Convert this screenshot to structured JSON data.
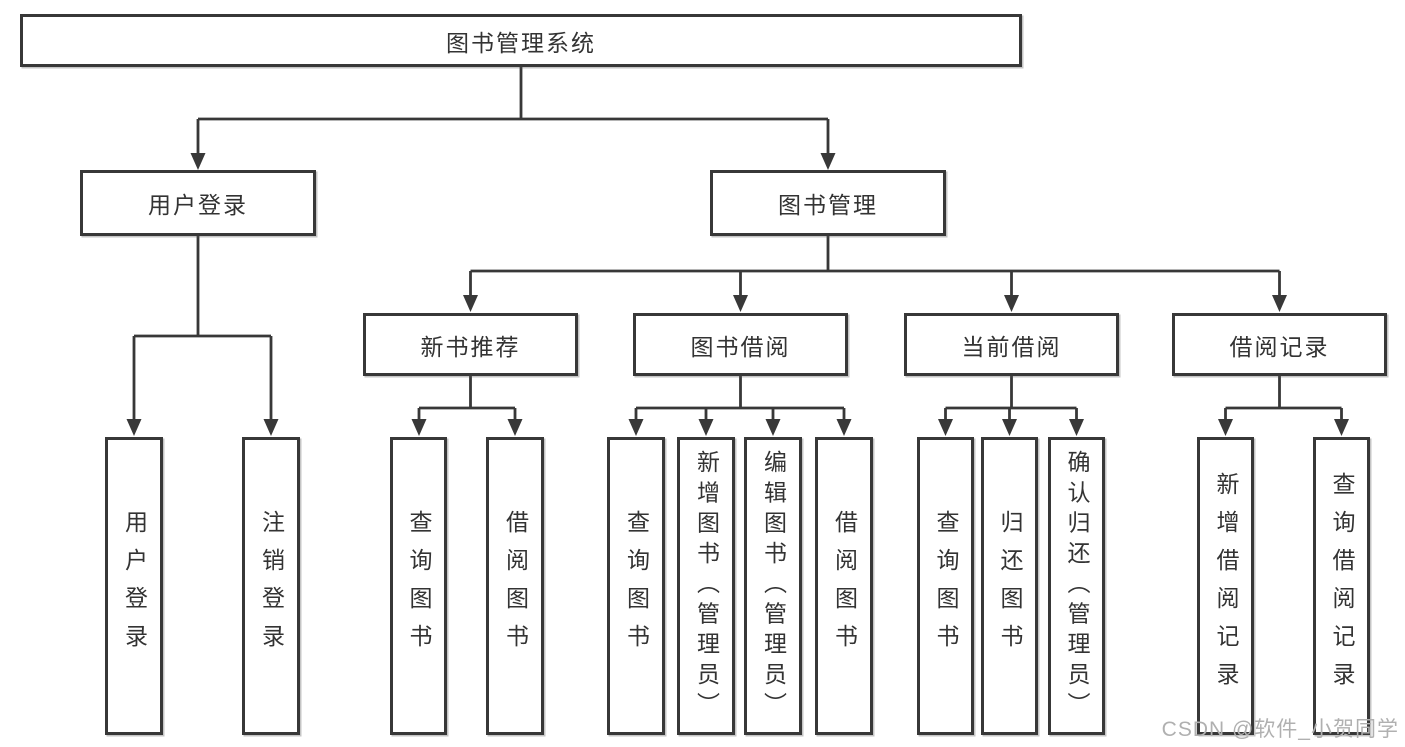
{
  "diagram_title": "图书管理系统",
  "tree": {
    "root": "图书管理系统",
    "level2": {
      "user_login": "用户登录",
      "book_mgmt": "图书管理"
    },
    "login_children": [
      "用户登录",
      "注销登录"
    ],
    "level3": [
      "新书推荐",
      "图书借阅",
      "当前借阅",
      "借阅记录"
    ],
    "level4": {
      "new_book": [
        "查询图书",
        "借阅图书"
      ],
      "book_borrow": [
        "查询图书",
        "新增图书（管理员）",
        "编辑图书（管理员）",
        "借阅图书"
      ],
      "current_borrow": [
        "查询图书",
        "归还图书",
        "确认归还（管理员）"
      ],
      "borrow_records": [
        "新增借阅记录",
        "查询借阅记录"
      ]
    }
  },
  "watermark": "CSDN @软件_小贺同学",
  "colors": {
    "line": "#383838",
    "box_border": "#383838",
    "text": "#333333",
    "watermark": "#b0b0b0",
    "background": "#ffffff"
  }
}
